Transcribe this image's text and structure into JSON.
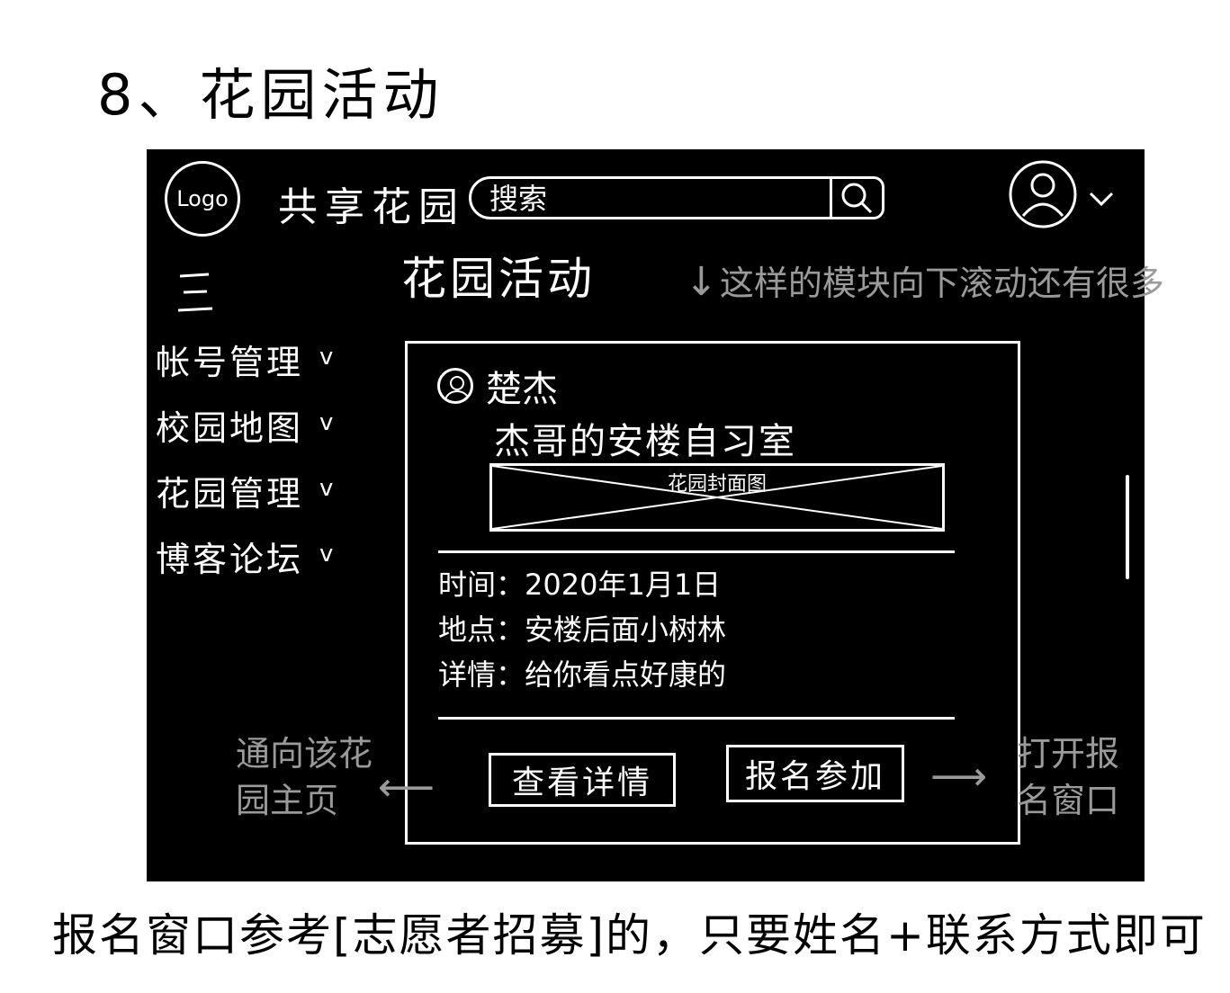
{
  "sketch_title": "8、花园活动",
  "header": {
    "logo_text": "Logo",
    "app_name": "共享花园",
    "search_placeholder": "搜索"
  },
  "page_title": "花园活动",
  "annotations": {
    "scroll_note": "这样的模块向下滚动还有很多",
    "detail_note_line1": "通向该花",
    "detail_note_line2": "园主页",
    "join_note_line1": "打开报",
    "join_note_line2": "名窗口"
  },
  "sidebar": {
    "items": [
      {
        "label": "帐号管理",
        "chevron": "v"
      },
      {
        "label": "校园地图",
        "chevron": "v"
      },
      {
        "label": "花园管理",
        "chevron": "v"
      },
      {
        "label": "博客论坛",
        "chevron": "v"
      }
    ]
  },
  "activity_card": {
    "organizer": "楚杰",
    "garden_name": "杰哥的安楼自习室",
    "cover_label": "花园封面图",
    "time_label": "时间：",
    "time_value": "2020年1月1日",
    "place_label": "地点：",
    "place_value": "安楼后面小树林",
    "detail_label": "详情：",
    "detail_value": "给你看点好康的",
    "view_detail_button": "查看详情",
    "join_button": "报名参加"
  },
  "footnote": "报名窗口参考[志愿者招募]的，只要姓名+联系方式即可"
}
